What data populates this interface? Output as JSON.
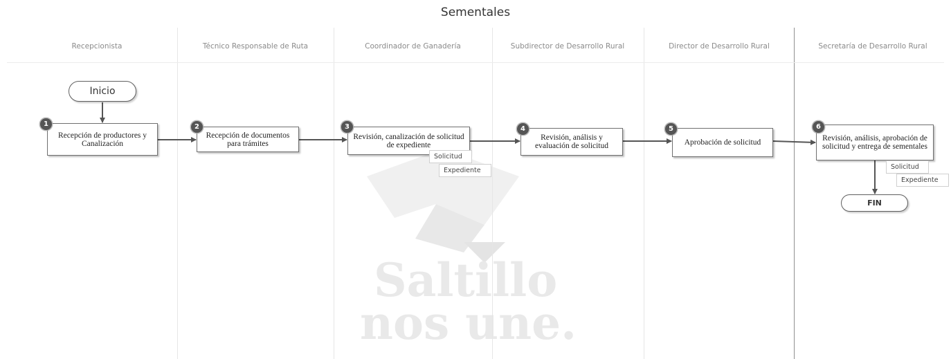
{
  "title": "Sementales",
  "lanes": [
    "Recepcionista",
    "Técnico Responsable de Ruta",
    "Coordinador de Ganadería",
    "Subdirector de Desarrollo Rural",
    "Director de Desarrollo Rural",
    "Secretaría de Desarrollo Rural"
  ],
  "start_label": "Inicio",
  "end_label": "FIN",
  "steps": [
    {
      "number": "1",
      "text": "Recepción de productores y Canalización"
    },
    {
      "number": "2",
      "text": "Recepción de documentos para trámites"
    },
    {
      "number": "3",
      "text": "Revisión, canalización de solicitud de expediente"
    },
    {
      "number": "4",
      "text": "Revisión, análisis y evaluación de solicitud"
    },
    {
      "number": "5",
      "text": "Aprobación de solicitud"
    },
    {
      "number": "6",
      "text": "Revisión, análisis, aprobación de solicitud y entrega de sementales"
    }
  ],
  "documents": {
    "step3": [
      "Solicitud",
      "Expediente"
    ],
    "step6": [
      "Solicitud",
      "Expediente"
    ]
  },
  "watermark": {
    "line1": "Saltillo",
    "line2": "nos une."
  }
}
